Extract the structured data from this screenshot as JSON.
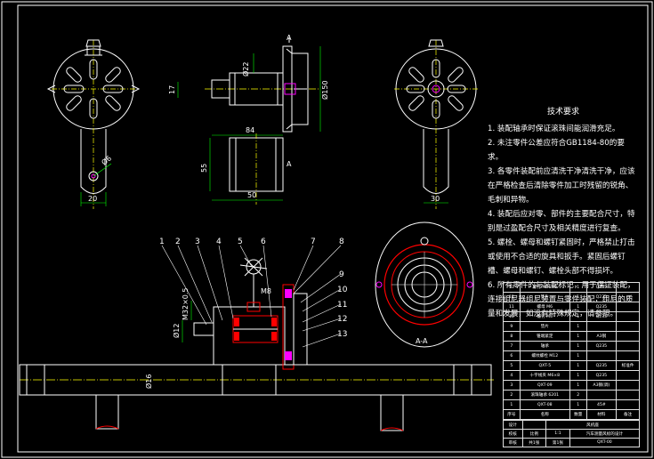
{
  "dimensions": {
    "d22": "Ø22",
    "d150": "Ø150",
    "d12": "Ø12",
    "dim84": "84",
    "dim50": "50",
    "dim55": "55",
    "dim20": "20",
    "dim30": "30",
    "dim17": "17",
    "d6": "Ø6",
    "m8": "M8",
    "m32": "M32×0.5",
    "d12b": "Ø12",
    "d16": "Ø16"
  },
  "section_label": "A",
  "section_label2": "A",
  "section_view_label": "A-A",
  "balloons": [
    "1",
    "2",
    "3",
    "4",
    "5",
    "6",
    "7",
    "8",
    "9",
    "10",
    "11",
    "12",
    "13"
  ],
  "tech_requirements": {
    "title": "技术要求",
    "items": [
      "1. 装配轴承时保证滚珠间能润滑充足。",
      "2. 未注零件公差应符合GB1184-80的要求。",
      "3. 各零件装配前应清洗干净清洗干净，应该在严格检查后清除零件加工时残留的锐角、毛刺和异物。",
      "4. 装配后应对零、部件的主要配合尺寸，特别是过盈配合尺寸及相关精度进行复查。",
      "5. 螺栓、螺母和螺钉紧固时，严格禁止打击或使用不合适的旋具和扳手。紧固后螺钉槽、螺母和螺钉、螺栓头部不得损坏。",
      "6. 所有零件的与装配标记，用于保证装配，连接组尼器组尼装置与零件装配，组尼的质量和发展，如没有特殊规定，请参照。"
    ]
  },
  "bom": [
    [
      "13",
      "螺钉 M4×10",
      "1",
      "Q235",
      ""
    ],
    [
      "12",
      "垫片",
      "1",
      "Q235",
      ""
    ],
    [
      "11",
      "螺母 M6",
      "1",
      "Q235",
      ""
    ],
    [
      "10",
      "螺钉 M5",
      "1",
      "Q235",
      ""
    ],
    [
      "9",
      "垫片",
      "1",
      "",
      ""
    ],
    [
      "8",
      "锥端紧定",
      "1",
      "A3钢",
      ""
    ],
    [
      "7",
      "轴承",
      "1",
      "Q235",
      ""
    ],
    [
      "6",
      "螺纹螺栓 M12",
      "1",
      "",
      ""
    ],
    [
      "5",
      "QXT-5",
      "1",
      "Q235",
      "标准件"
    ],
    [
      "4",
      "十字线夹 M6×8",
      "1",
      "Q235",
      ""
    ],
    [
      "3",
      "QXT-09",
      "1",
      "A3钢(调)",
      ""
    ],
    [
      "2",
      "滚珠轴承 6201",
      "2",
      "",
      ""
    ],
    [
      "1",
      "QXT-08",
      "1",
      "45#",
      ""
    ]
  ],
  "bom_header": [
    "序号",
    "名称",
    "数量",
    "材料",
    "备注"
  ],
  "title_block": {
    "row1": [
      "设计",
      "",
      "风机座"
    ],
    "row2": [
      "校核",
      "比例",
      "1:1",
      "汽车测量风标的设计"
    ],
    "row3": [
      "审核",
      "共1张",
      "第1张",
      "QXT-00"
    ]
  }
}
